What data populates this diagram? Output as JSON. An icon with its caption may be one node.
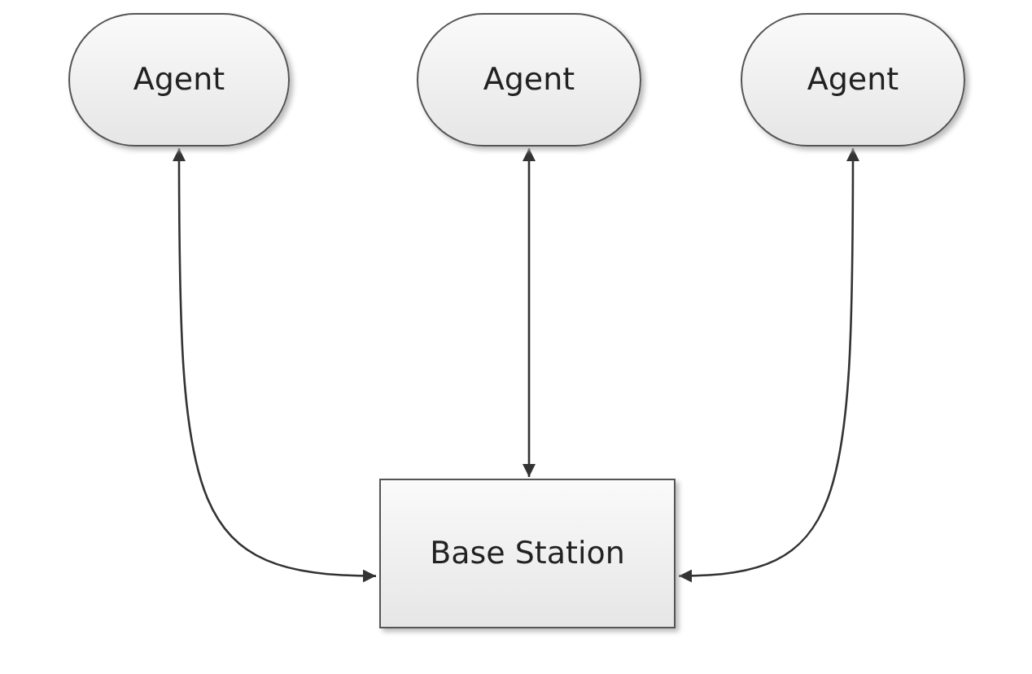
{
  "diagram": {
    "nodes": [
      {
        "text": [
          "Agent"
        ]
      },
      {
        "text": [
          "Agent"
        ]
      },
      {
        "text": [
          "Agent"
        ]
      },
      {
        "text": [
          "Base Station"
        ]
      }
    ],
    "edges": [
      {
        "from": 0,
        "to": 3,
        "arrow": "both"
      },
      {
        "from": 1,
        "to": 3,
        "arrow": "both"
      },
      {
        "from": 2,
        "to": 3,
        "arrow": "both"
      }
    ]
  }
}
